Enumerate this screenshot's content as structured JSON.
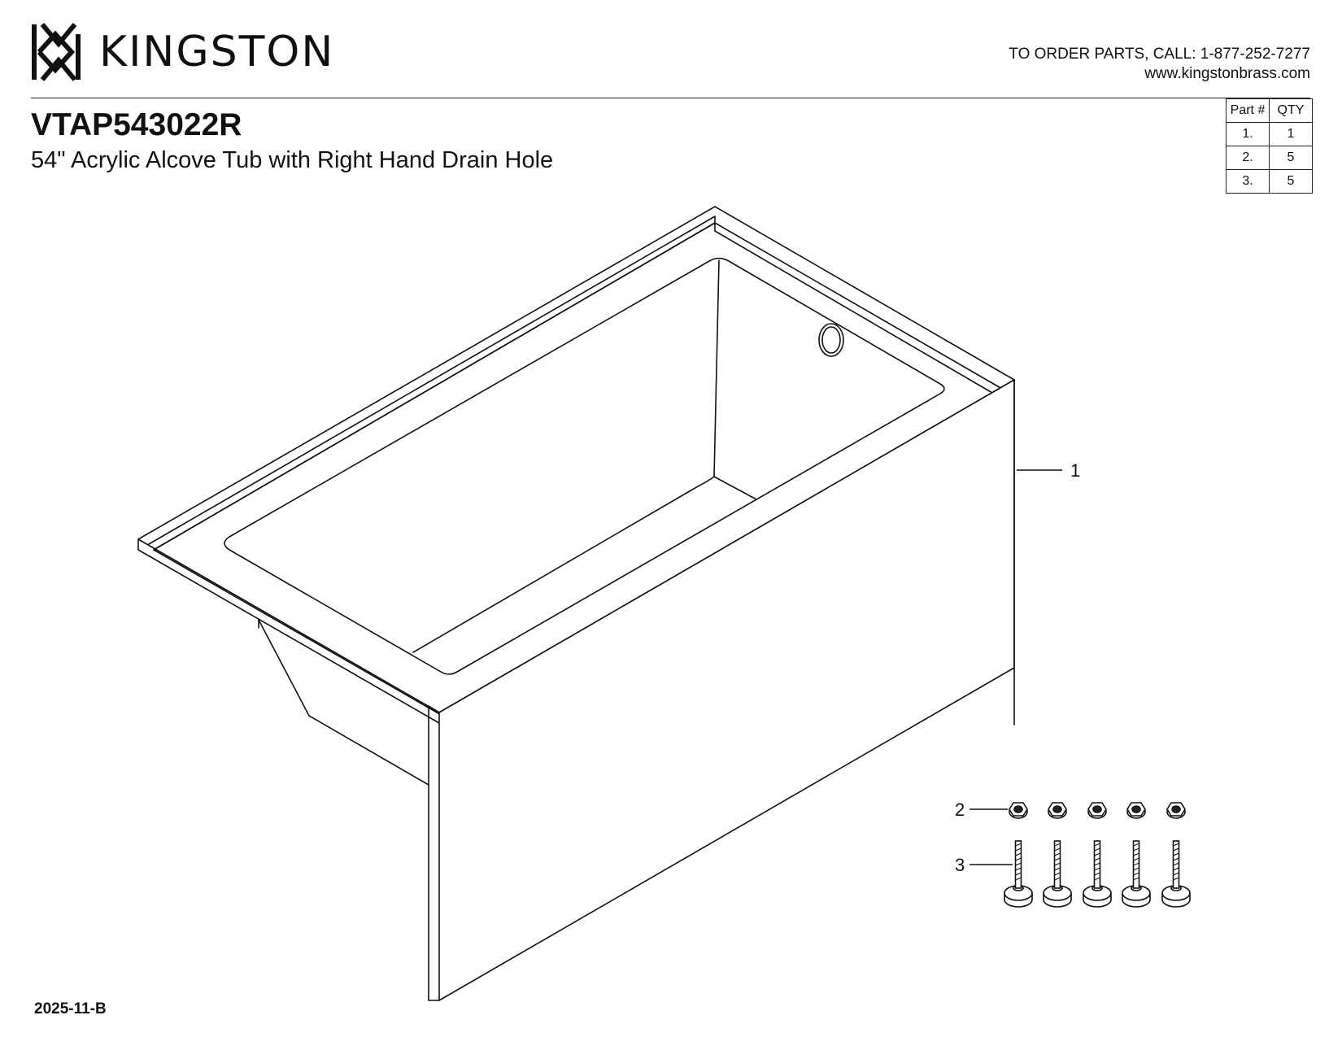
{
  "header": {
    "brand": "KINGSTON",
    "contact_phone": "TO ORDER PARTS, CALL: 1-877-252-7277",
    "contact_web": "www.kingstonbrass.com"
  },
  "product": {
    "model": "VTAP543022R",
    "description": "54\" Acrylic Alcove Tub with Right Hand Drain Hole"
  },
  "parts_table": {
    "headers": [
      "Part #",
      "QTY"
    ],
    "rows": [
      {
        "part": "1.",
        "qty": "1"
      },
      {
        "part": "2.",
        "qty": "5"
      },
      {
        "part": "3.",
        "qty": "5"
      }
    ]
  },
  "callouts": {
    "tub": "1",
    "nut": "2",
    "leveling_foot": "3"
  },
  "footer": {
    "revision": "2025-11-B"
  }
}
